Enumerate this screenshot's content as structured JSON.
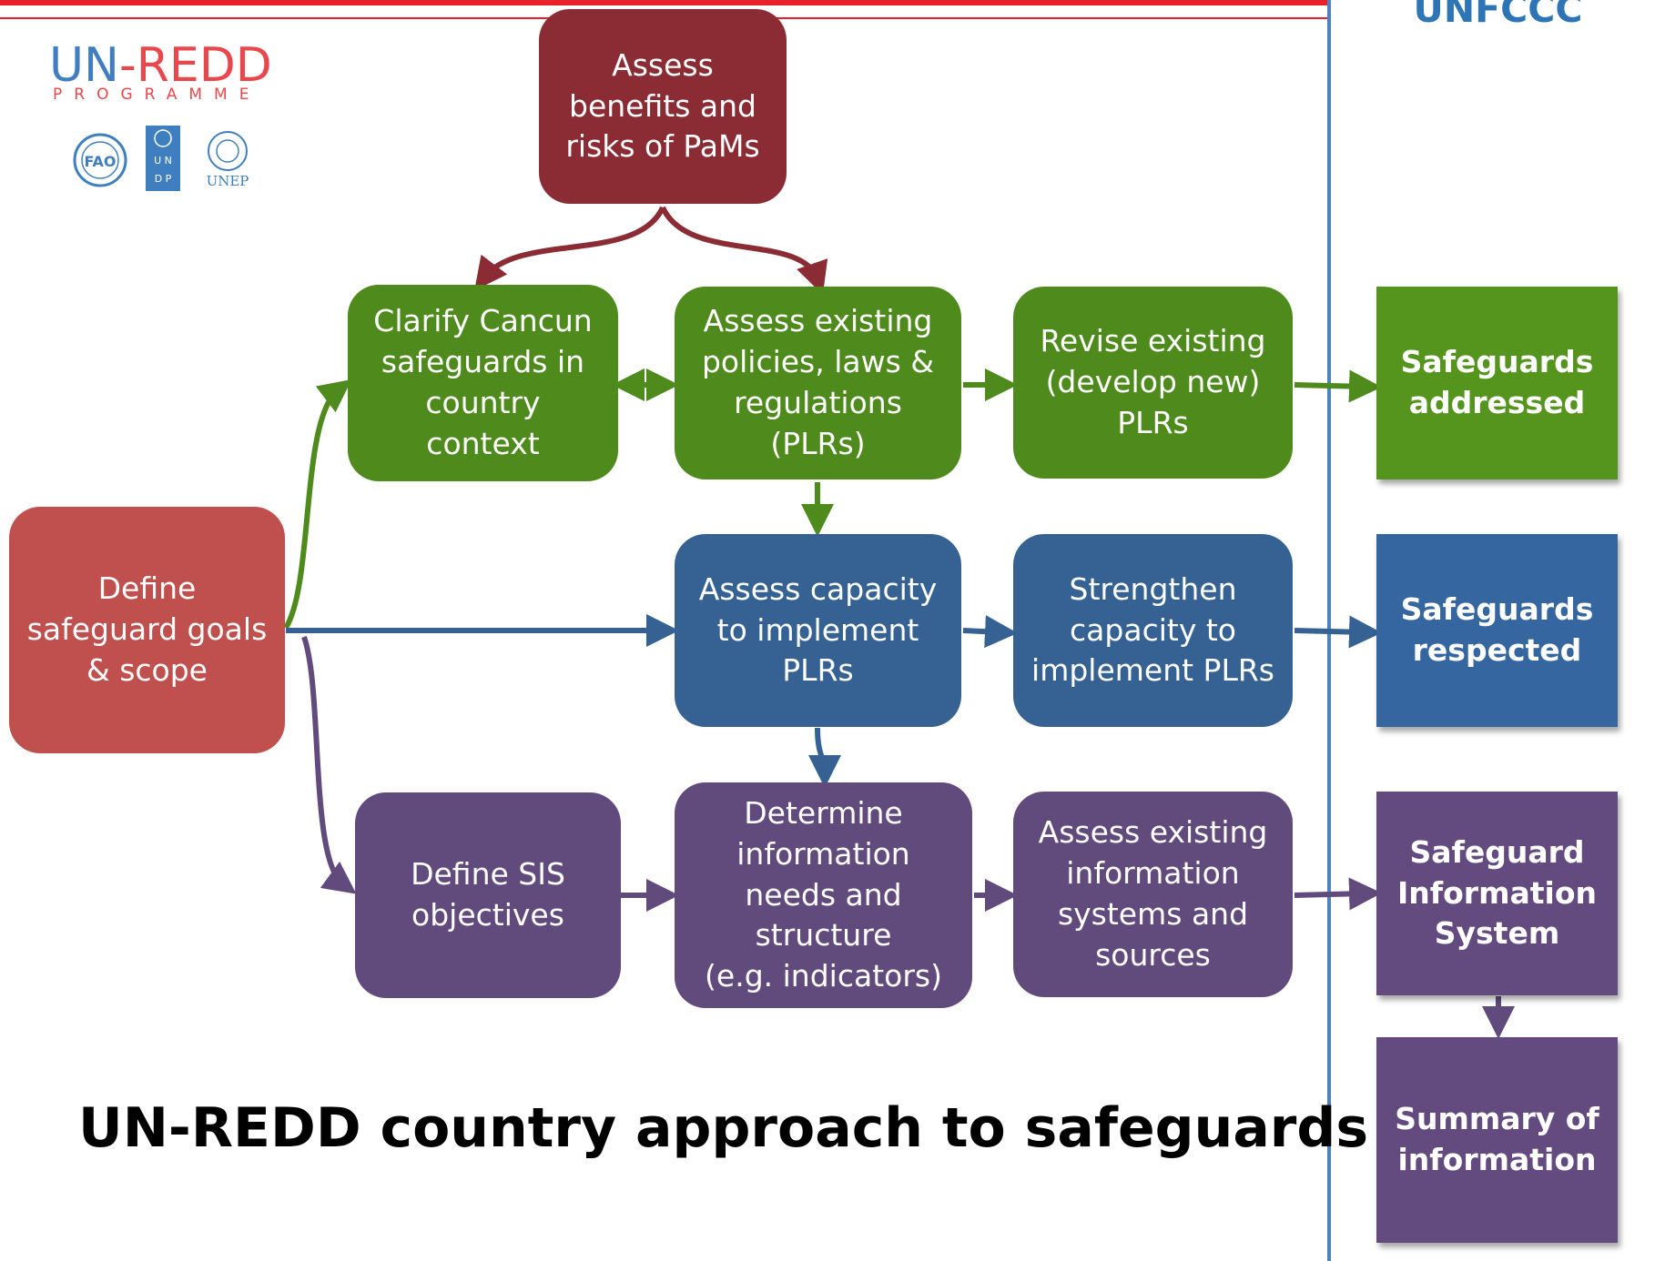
{
  "header": {
    "right_label": "UNFCCC"
  },
  "logo": {
    "title_un": "UN",
    "title_dash": "-",
    "title_redd": "REDD",
    "subtitle": "PROGRAMME",
    "agencies": [
      "FAO",
      "UNDP",
      "UNEP"
    ],
    "undp_text": "U N D P",
    "unep_text": "UNEP"
  },
  "nodes": {
    "assess_benefits": "Assess\nbenefits and\nrisks of PaMs",
    "clarify_cancun": "Clarify Cancun\nsafeguards in\ncountry\ncontext",
    "assess_plrs": "Assess existing\npolicies, laws &\nregulations\n(PLRs)",
    "revise_plrs": "Revise existing\n(develop new)\nPLRs",
    "define_goals": "Define\nsafeguard goals\n& scope",
    "assess_capacity": "Assess capacity\nto implement\nPLRs",
    "strengthen_capacity": "Strengthen\ncapacity to\nimplement PLRs",
    "define_sis": "Define SIS\nobjectives",
    "determine_info": "Determine\ninformation\nneeds and\nstructure\n(e.g. indicators)",
    "assess_info_systems": "Assess existing\ninformation\nsystems and\nsources"
  },
  "outcomes": {
    "addressed": "Safeguards\naddressed",
    "respected": "Safeguards\nrespected",
    "sis": "Safeguard\nInformation\nSystem",
    "summary": "Summary of\ninformation"
  },
  "title": "UN-REDD country approach to safeguards",
  "colors": {
    "dark_red": "#8b2c35",
    "red": "#c0504d",
    "green": "#4e8a1c",
    "blue": "#356193",
    "purple": "#614b7d",
    "accent_line": "#e8202a",
    "divider": "#4f81bd"
  }
}
